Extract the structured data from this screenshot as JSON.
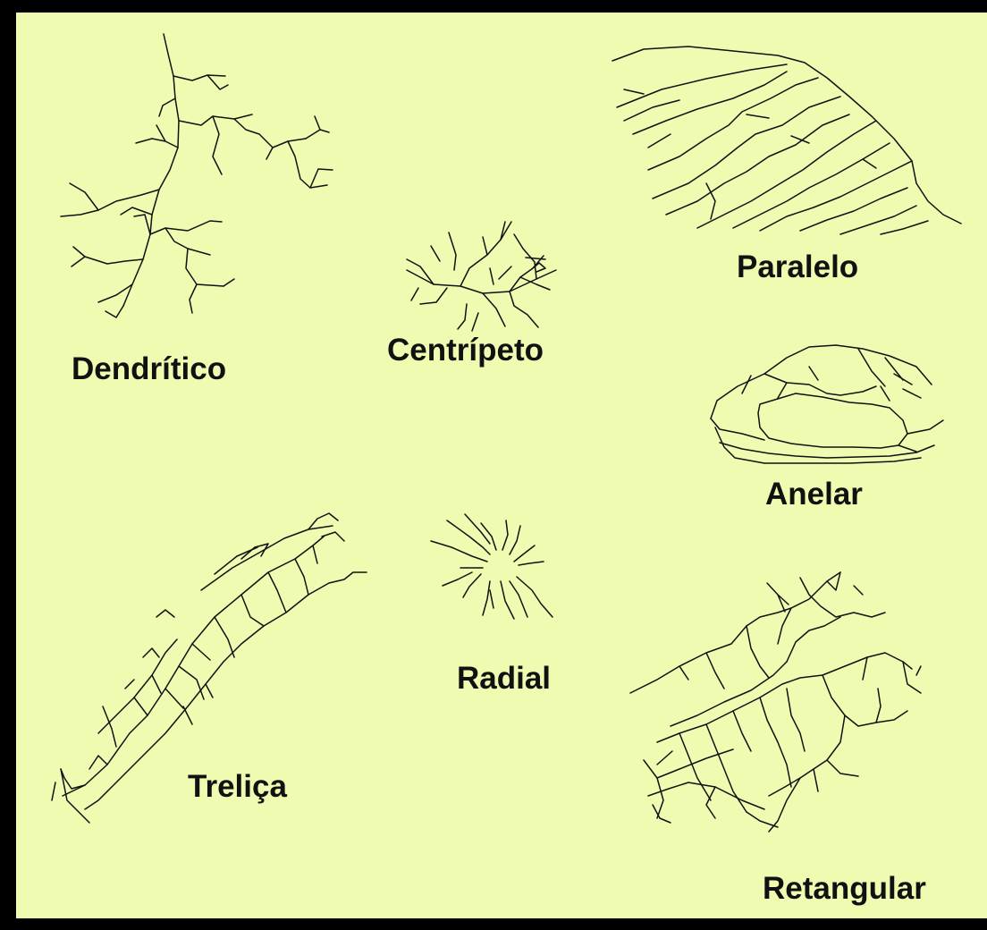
{
  "diagram": {
    "background_color": "#eefbb0",
    "border_color": "#000000",
    "line_color": "#111111",
    "patterns": [
      {
        "id": "dendritico",
        "label": "Dendrítico"
      },
      {
        "id": "centripeto",
        "label": "Centrípeto"
      },
      {
        "id": "paralelo",
        "label": "Paralelo"
      },
      {
        "id": "anelar",
        "label": "Anelar"
      },
      {
        "id": "radial",
        "label": "Radial"
      },
      {
        "id": "trelica",
        "label": "Treliça"
      },
      {
        "id": "retangular",
        "label": "Retangular"
      }
    ]
  }
}
